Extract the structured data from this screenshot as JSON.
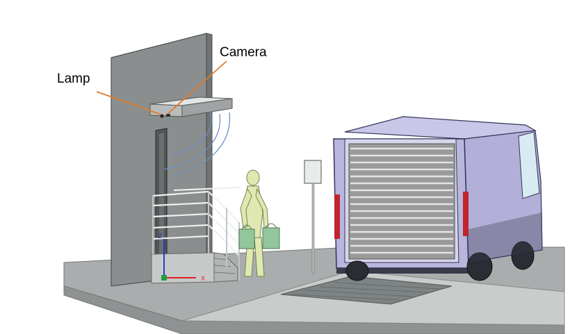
{
  "labels": {
    "lamp": "Lamp",
    "camera": "Camera"
  },
  "axes": {
    "x": "X",
    "z": "Z"
  },
  "colors": {
    "callout_line": "#e07b2a",
    "wall": "#8a8e8e",
    "ground": "#a9adad",
    "van_body": "#b2b0d8",
    "van_outline": "#33335a",
    "shutter": "#9a9a9a",
    "figure": "#dfe8b0",
    "bags": "#93c79b",
    "arc": "#6d8fc4",
    "axis_x": "#e02020",
    "axis_z": "#2040d0"
  }
}
